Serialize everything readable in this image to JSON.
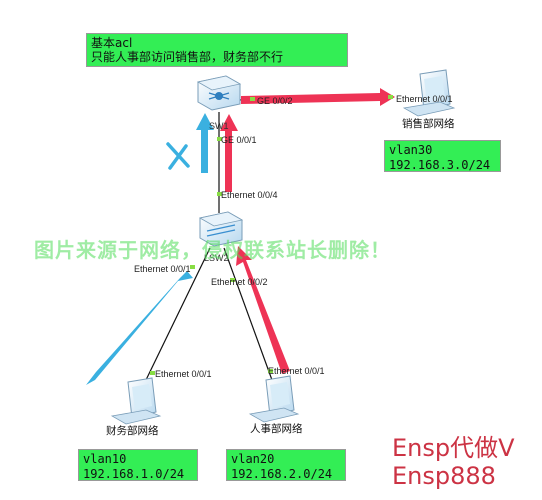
{
  "notes": {
    "acl_line1": "基本acl",
    "acl_line2": "只能人事部访问销售部，财务部不行",
    "vlan30_name": "vlan30",
    "vlan30_net": "192.168.3.0/24",
    "vlan10_name": "vlan10",
    "vlan10_net": "192.168.1.0/24",
    "vlan20_name": "vlan20",
    "vlan20_net": "192.168.2.0/24"
  },
  "devices": {
    "core_switch": "SW1",
    "access_switch": "LSW2",
    "sales_pc": "销售部网络",
    "finance_pc": "财务部网络",
    "hr_pc": "人事部网络"
  },
  "ports": {
    "sw1_to_sales": "GE 0/0/2",
    "sales_eth": "Ethernet 0/0/1",
    "sw1_down": "GE 0/0/1",
    "lsw2_up": "Ethernet 0/0/4",
    "lsw2_to_finance": "Ethernet 0/0/1",
    "lsw2_to_hr": "Ethernet 0/0/2",
    "finance_eth": "Ethernet 0/0/1",
    "hr_eth": "Ethernet 0/0/1"
  },
  "blocked_mark": "X",
  "watermark": "图片来源于网络，侵权联系站长删除！",
  "ad": {
    "line1": "Ensp代做V",
    "line2": "Ensp888"
  },
  "colors": {
    "note_bg": "#33ee55",
    "blue_arrow": "#3ab0e0",
    "red_arrow": "#ee3355",
    "link": "#111111",
    "port_dot": "#88dd44"
  }
}
